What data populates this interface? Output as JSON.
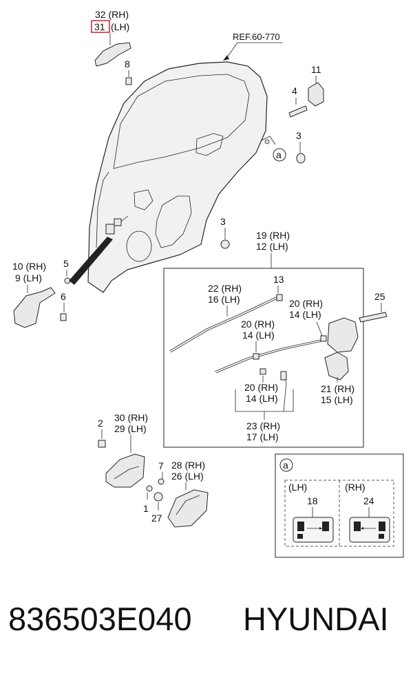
{
  "diagram": {
    "ref": "REF.60-770",
    "callouts": {
      "c32": "32 (RH)",
      "c31": "31",
      "c31lh": "(LH)",
      "c8": "8",
      "c11": "11",
      "c4": "4",
      "c3a": "3",
      "c3b": "3",
      "ca": "a",
      "c19": "19 (RH)",
      "c12": "12 (LH)",
      "c10": "10 (RH)",
      "c9": "9 (LH)",
      "c5": "5",
      "c6": "6",
      "c22": "22 (RH)",
      "c16": "16 (LH)",
      "c13": "13",
      "c20a": "20 (RH)",
      "c14a": "14 (LH)",
      "c25": "25",
      "c20b": "20 (RH)",
      "c14b": "14 (LH)",
      "c20c": "20 (RH)",
      "c14c": "14 (LH)",
      "c21": "21 (RH)",
      "c15": "15 (LH)",
      "c23": "23 (RH)",
      "c17": "17 (LH)",
      "c2": "2",
      "c30": "30 (RH)",
      "c29": "29 (LH)",
      "c7": "7",
      "c28": "28 (RH)",
      "c26": "26 (LH)",
      "c1": "1",
      "c27": "27"
    },
    "inset": {
      "marker": "a",
      "lh_label": "(LH)",
      "lh_part": "18",
      "rh_label": "(RH)",
      "rh_part": "24"
    },
    "highlight_color": "#d6263a"
  },
  "footer": {
    "part_number": "836503E040",
    "brand": "HYUNDAI"
  }
}
